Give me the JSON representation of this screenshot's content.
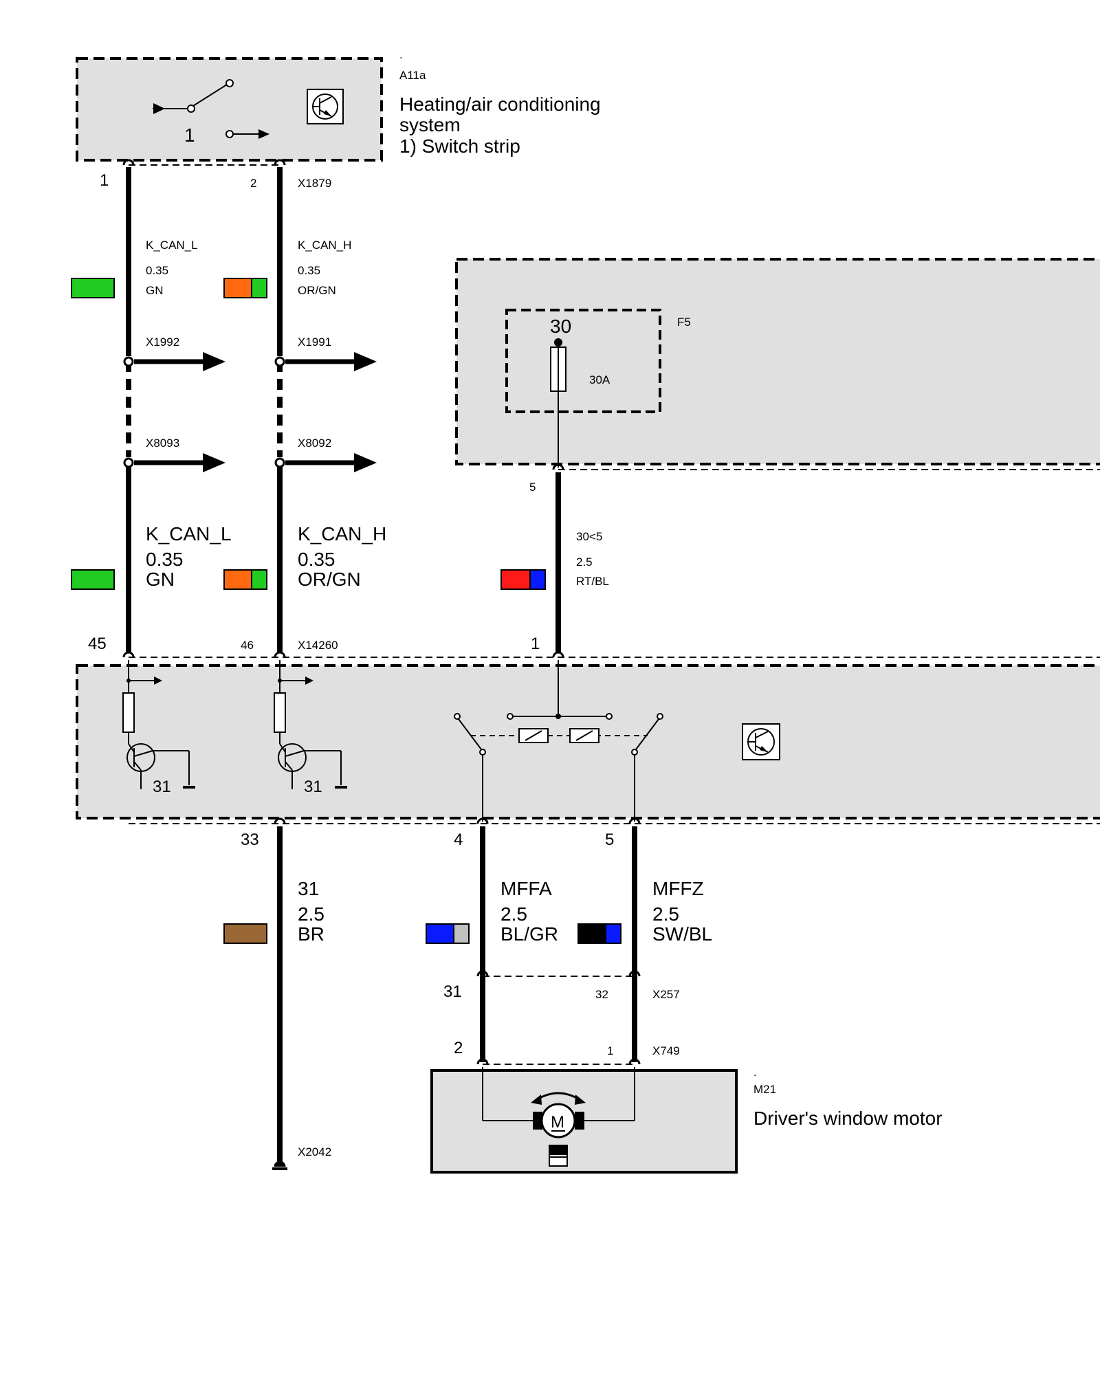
{
  "a11a": {
    "dot": ".",
    "code": "A11a",
    "title_line1": "Heating/air conditioning",
    "title_line2": "system",
    "note": "1) Switch strip",
    "symbol_label": "1",
    "pin_left": "1",
    "pin_right": "2",
    "connector": "X1879"
  },
  "can_upper": {
    "left": {
      "signal": "K_CAN_L",
      "gauge": "0.35",
      "color": "GN",
      "swatch": [
        "#22cc22"
      ]
    },
    "right": {
      "signal": "K_CAN_H",
      "gauge": "0.35",
      "color": "OR/GN",
      "swatch": [
        "#ff6a10",
        "#22cc22"
      ]
    }
  },
  "splices": {
    "x1992": "X1992",
    "x1991": "X1991",
    "x8093": "X8093",
    "x8092": "X8092"
  },
  "can_lower": {
    "left": {
      "signal": "K_CAN_L",
      "gauge": "0.35",
      "color": "GN",
      "swatch": [
        "#22cc22"
      ]
    },
    "right": {
      "signal": "K_CAN_H",
      "gauge": "0.35",
      "color": "OR/GN",
      "swatch": [
        "#ff6a10",
        "#22cc22"
      ]
    }
  },
  "f5": {
    "code": "F5",
    "terminal": "30",
    "rating": "30A",
    "out_pin": "5",
    "wire_signal": "30<5",
    "wire_gauge": "2.5",
    "wire_color": "RT/BL",
    "swatch": [
      "#ff1a1a",
      "#0a1aff"
    ]
  },
  "x14260": {
    "connector": "X14260",
    "pin_45": "45",
    "pin_46": "46",
    "pin_1": "1",
    "ground_left": "31",
    "ground_right": "31"
  },
  "lower_wires": {
    "pin_33": "33",
    "pin_4": "4",
    "pin_5": "5",
    "ground": {
      "signal": "31",
      "gauge": "2.5",
      "color": "BR",
      "swatch": [
        "#9a6634"
      ]
    },
    "mffa": {
      "signal": "MFFA",
      "gauge": "2.5",
      "color": "BL/GR",
      "swatch": [
        "#0a1aff",
        "#c0c0c0"
      ]
    },
    "mffz": {
      "signal": "MFFZ",
      "gauge": "2.5",
      "color": "SW/BL",
      "swatch": [
        "#000000",
        "#0a1aff"
      ]
    },
    "ground_connector": "X2042"
  },
  "x257": {
    "connector": "X257",
    "pin_31": "31",
    "pin_32": "32"
  },
  "x749": {
    "connector": "X749",
    "pin_2": "2",
    "pin_1": "1"
  },
  "m21": {
    "dot": ".",
    "code": "M21",
    "title": "Driver's window motor",
    "motor_letter": "M"
  }
}
